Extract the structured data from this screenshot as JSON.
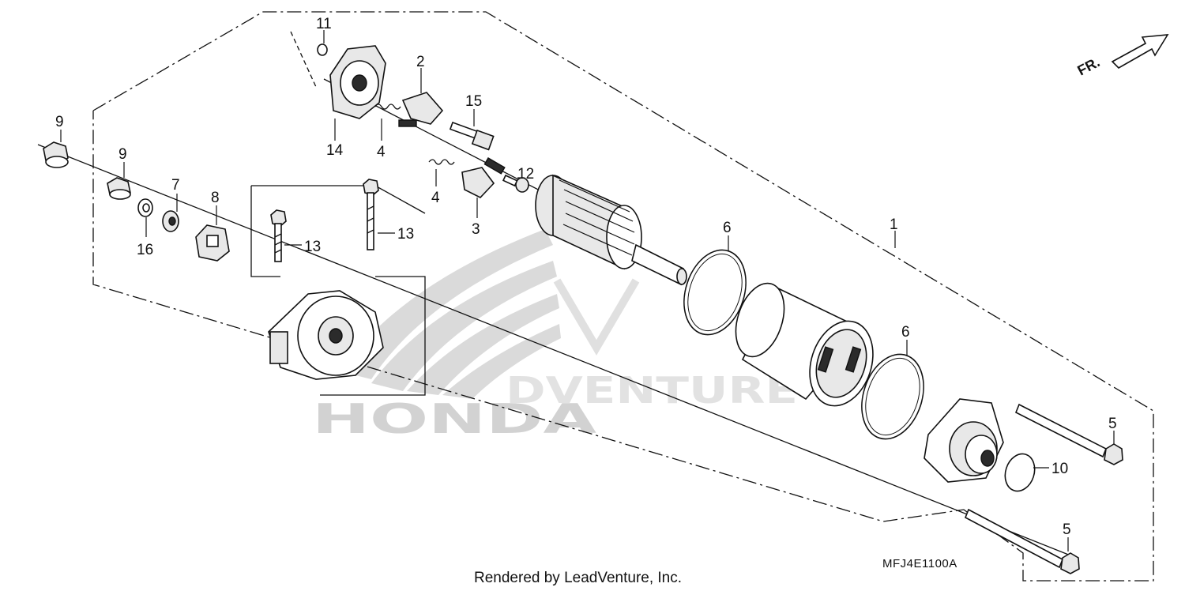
{
  "orientation_marker": {
    "label": "FR."
  },
  "callouts": [
    {
      "id": "1",
      "label": "1"
    },
    {
      "id": "2",
      "label": "2"
    },
    {
      "id": "3",
      "label": "3"
    },
    {
      "id": "4a",
      "label": "4"
    },
    {
      "id": "4b",
      "label": "4"
    },
    {
      "id": "5a",
      "label": "5"
    },
    {
      "id": "5b",
      "label": "5"
    },
    {
      "id": "6a",
      "label": "6"
    },
    {
      "id": "6b",
      "label": "6"
    },
    {
      "id": "7",
      "label": "7"
    },
    {
      "id": "8",
      "label": "8"
    },
    {
      "id": "9a",
      "label": "9"
    },
    {
      "id": "9b",
      "label": "9"
    },
    {
      "id": "10",
      "label": "10"
    },
    {
      "id": "11",
      "label": "11"
    },
    {
      "id": "12",
      "label": "12"
    },
    {
      "id": "13a",
      "label": "13"
    },
    {
      "id": "13b",
      "label": "13"
    },
    {
      "id": "14",
      "label": "14"
    },
    {
      "id": "15",
      "label": "15"
    },
    {
      "id": "16",
      "label": "16"
    }
  ],
  "diagram_code": "MFJ4E1100A",
  "footer": {
    "text": "Rendered by LeadVenture, Inc."
  },
  "watermarks": {
    "brand": "HONDA",
    "dealer": "DVENTURE"
  },
  "colors": {
    "ink": "#111111",
    "watermark": "#d2d2d2",
    "background": "#ffffff"
  }
}
